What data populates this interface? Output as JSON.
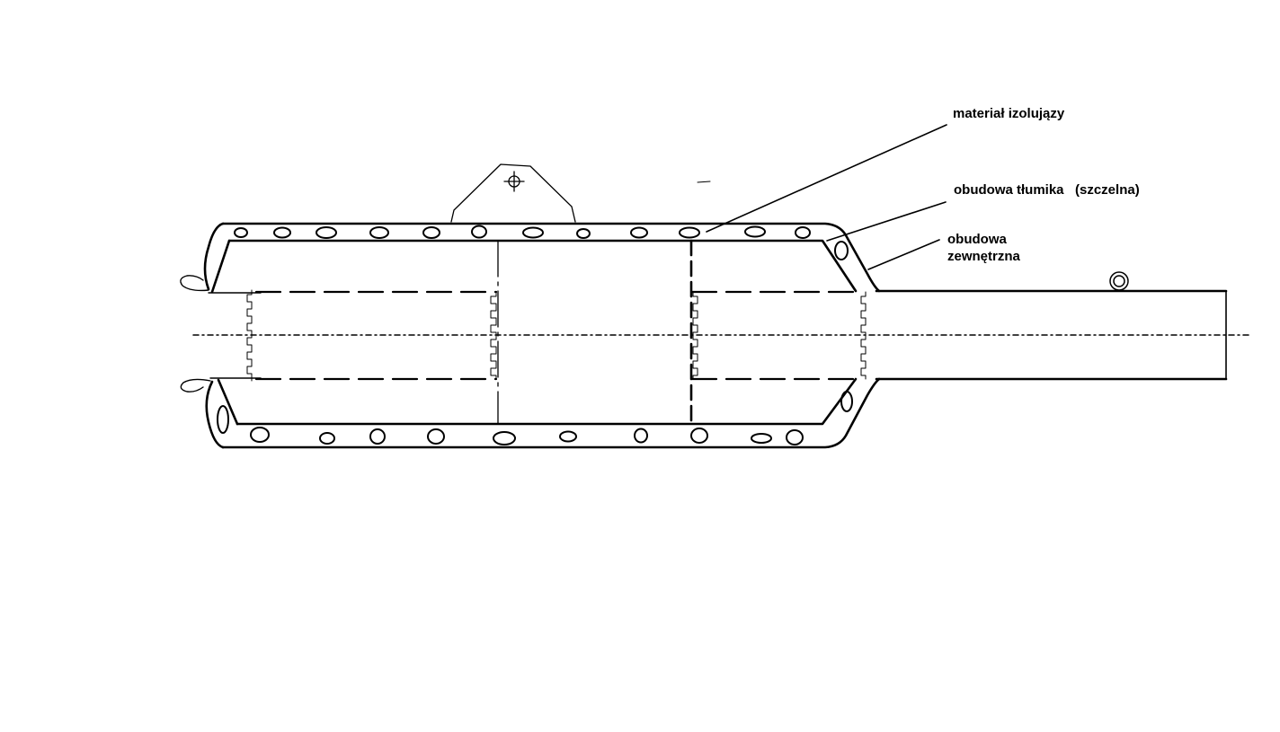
{
  "labels": {
    "insulation": "materiał izolujązy",
    "silencer_casing": "obudowa tłumika   (szczelna)",
    "outer_casing_line1": "obudowa",
    "outer_casing_line2": "zewnętrzna"
  },
  "colors": {
    "line": "#000000",
    "background": "#ffffff"
  }
}
